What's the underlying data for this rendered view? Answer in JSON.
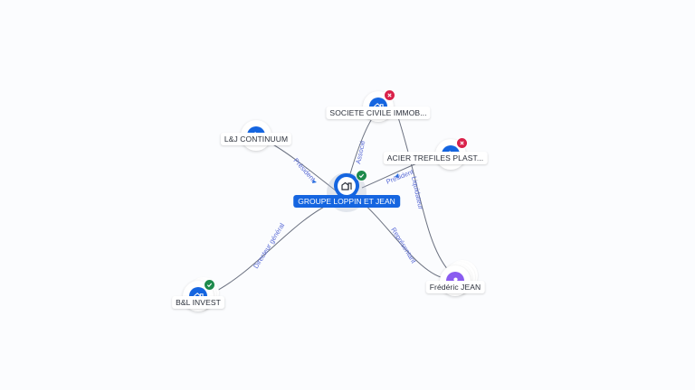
{
  "graph": {
    "center": {
      "name": "GROUPE LOPPIN ET JEAN",
      "icon": "company-building-icon",
      "status": "active",
      "color": "#1565e0"
    },
    "nodes": [
      {
        "id": "societe",
        "name": "SOCIETE CIVILE IMMOB...",
        "icon": "company-building-icon",
        "status": "closed"
      },
      {
        "id": "acier",
        "name": "ACIER TREFILES PLAST...",
        "icon": "company-building-icon",
        "status": "closed"
      },
      {
        "id": "lj",
        "name": "L&J CONTINUUM",
        "icon": "company-building-icon",
        "status": "none"
      },
      {
        "id": "bl",
        "name": "B&L INVEST",
        "icon": "company-building-icon",
        "status": "active"
      },
      {
        "id": "frederic",
        "name": "Frédéric JEAN",
        "icon": "person-icon",
        "status": "none"
      }
    ],
    "edges": [
      {
        "from": "center",
        "to": "lj",
        "label": "Président"
      },
      {
        "from": "center",
        "to": "societe",
        "label": "Associé"
      },
      {
        "from": "center",
        "to": "acier",
        "label": "Président"
      },
      {
        "from": "center",
        "to": "bl",
        "label": "Directeur général"
      },
      {
        "from": "center",
        "to": "frederic",
        "label": "Représentant"
      },
      {
        "from": "frederic",
        "to": "societe",
        "label": "Liquidateur"
      }
    ],
    "status_colors": {
      "active": "#1e8a4c",
      "closed": "#d9214a"
    },
    "person_color": "#8a5cf0"
  }
}
